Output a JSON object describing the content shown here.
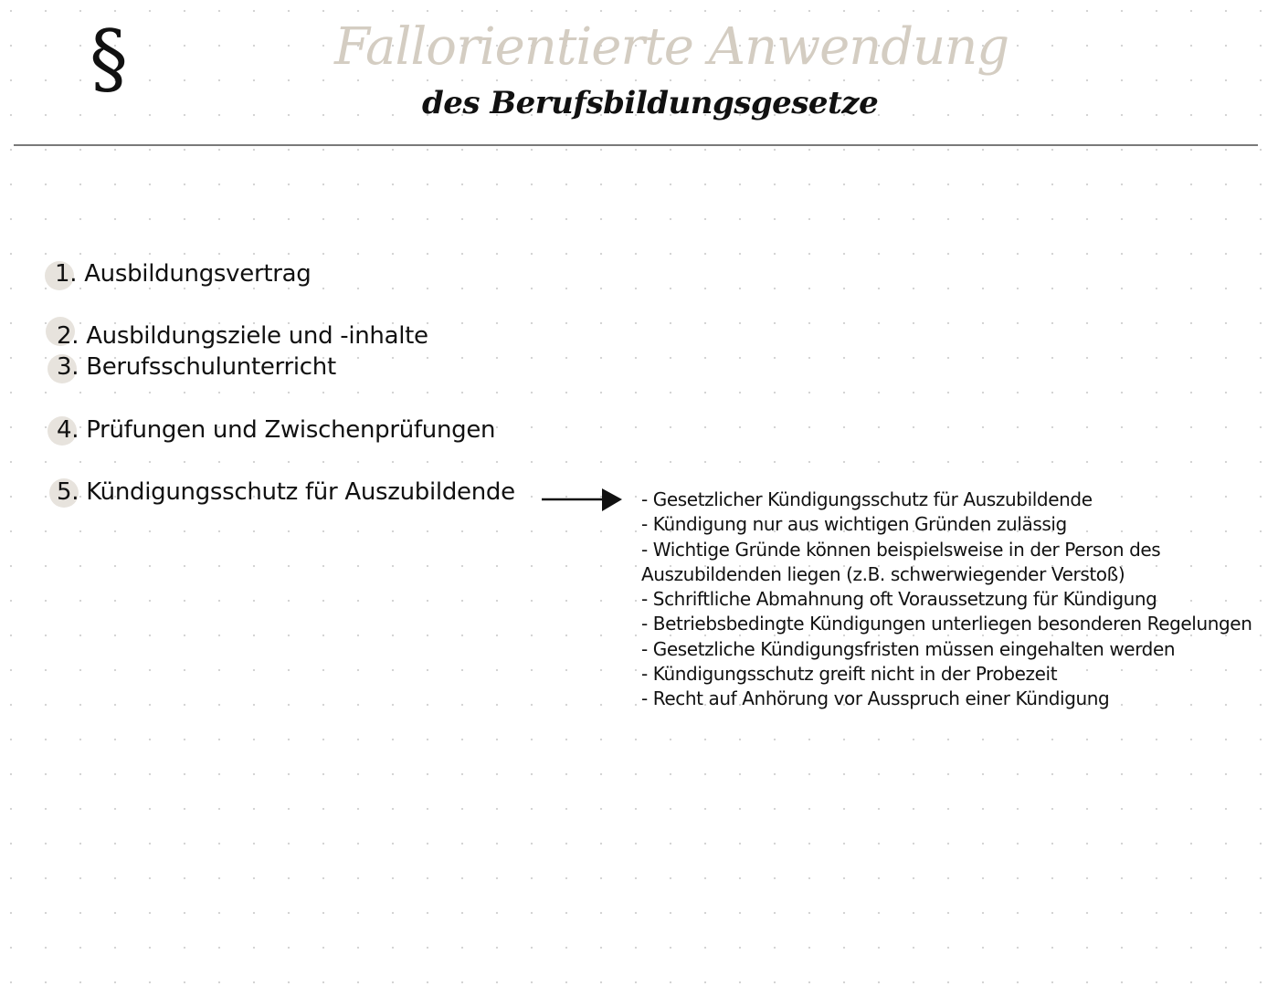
{
  "header": {
    "icon": "section-sign-icon",
    "icon_glyph": "§",
    "title": "Fallorientierte Anwendung",
    "subtitle": "des Berufsbildungsgesetze",
    "title_color": "#d4cdc2",
    "rule_color": "#7a7a7a"
  },
  "topics": [
    {
      "number": "1.",
      "label": "Ausbildungsvertrag"
    },
    {
      "number": "2.",
      "label": "Ausbildungsziele und -inhalte"
    },
    {
      "number": "3.",
      "label": "Berufsschulunterricht"
    },
    {
      "number": "4.",
      "label": "Prüfungen und Zwischenprüfungen"
    },
    {
      "number": "5.",
      "label": "Kündigungsschutz für Auszubildende"
    }
  ],
  "details": {
    "for_topic": "5",
    "lines": [
      "- Gesetzlicher Kündigungsschutz für Auszubildende",
      "- Kündigung nur aus wichtigen Gründen zulässig",
      "- Wichtige Gründe können beispielsweise in der Person des",
      "Auszubildenden liegen (z.B. schwerwiegender Verstoß)",
      "- Schriftliche Abmahnung oft Voraussetzung für Kündigung",
      "- Betriebsbedingte Kündigungen unterliegen besonderen Regelungen",
      "- Gesetzliche Kündigungsfristen müssen eingehalten werden",
      "- Kündigungsschutz greift nicht in der Probezeit",
      "- Recht auf Anhörung vor Ausspruch einer Kündigung"
    ]
  },
  "colors": {
    "highlight_circle": "#e7e3dd",
    "text": "#111111",
    "dot_grid": "#cfcfcf"
  }
}
